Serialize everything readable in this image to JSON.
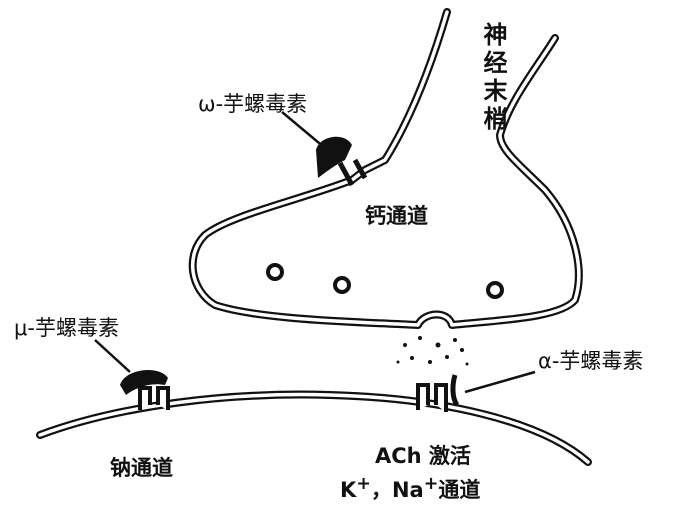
{
  "labels": {
    "nerve_terminal": "神经末梢",
    "omega_toxin": "ω-芋螺毒素",
    "calcium_channel": "钙通道",
    "mu_toxin": "μ-芋螺毒素",
    "alpha_toxin": "α-芋螺毒素",
    "sodium_channel": "钠通道",
    "ach_activated": "ACh 激活",
    "kna_channel_prefix": "K",
    "kna_channel_sup1": "+",
    "kna_channel_mid": "，Na",
    "kna_channel_sup2": "+",
    "kna_channel_suffix": "通道"
  }
}
